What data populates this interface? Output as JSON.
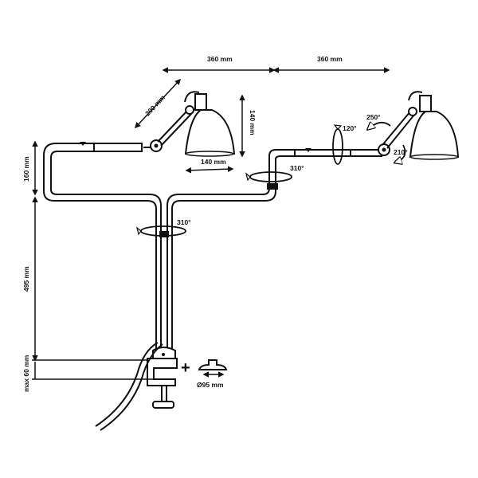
{
  "dimensions": {
    "arm_left": "360 mm",
    "arm_right": "360 mm",
    "swing_arm": "200 mm",
    "shade_height": "140 mm",
    "shade_width": "140 mm",
    "arm_height": "160 mm",
    "column_height": "495 mm",
    "clamp_max": "max 60 mm",
    "base_diameter": "Ø95 mm"
  },
  "rotations": {
    "column": "310°",
    "elbow": "310°",
    "joint_tilt": "120°",
    "shade_tilt": "250°",
    "shade_rotate": "210°"
  },
  "accessory": {
    "plus_sign": "+"
  },
  "colors": {
    "line": "#111111",
    "background": "#ffffff",
    "shade_fill": "#ffffff"
  }
}
